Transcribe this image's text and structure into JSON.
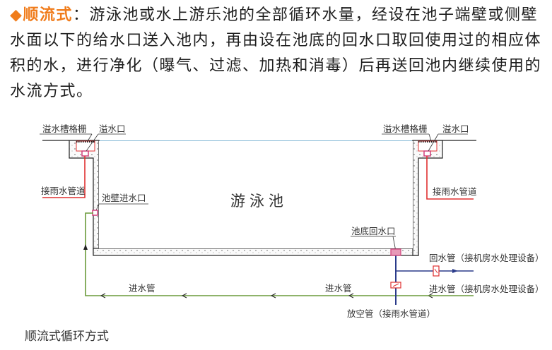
{
  "description": {
    "bullet": "◆",
    "term": "顺流式",
    "lines": [
      "：游泳池或水上游乐池的全部循环水量，经设在池子端壁或侧壁",
      "水面以下的给水口送入池内，再由设在池底的回水口取回使用过的相应体",
      "积的水，进行净化（曝气、过滤、加热和消毒）后再送回池内继续使用的",
      "水流方式。"
    ]
  },
  "diagram": {
    "pool_label": "游泳池",
    "labels": {
      "overflow_grate_left": "溢水槽格栅",
      "overflow_outlet_left": "溢水口",
      "overflow_grate_right": "溢水槽格栅",
      "overflow_outlet_right": "溢水口",
      "rain_pipe_left": "接雨水管道",
      "rain_pipe_right": "接雨水管道",
      "wall_inlet": "池壁进水口",
      "bottom_return": "池底回水口",
      "return_pipe": "回水管（接机房水处理设备）",
      "inlet_pipe_right": "进水管（接机房水处理设备）",
      "inlet_pipe_mid": "进水管",
      "inlet_pipe_left": "进水管",
      "drain_pipe": "放空管（接雨水管道）"
    },
    "colors": {
      "water_line": "#5aa0c8",
      "rain_pipe": "#e03030",
      "inlet_pipe": "#6a9a3a",
      "return_pipe": "#2a3a8a",
      "fitting": "#d0407a",
      "accent_orange": "#f07c1b"
    }
  },
  "caption": "顺流式循环方式"
}
